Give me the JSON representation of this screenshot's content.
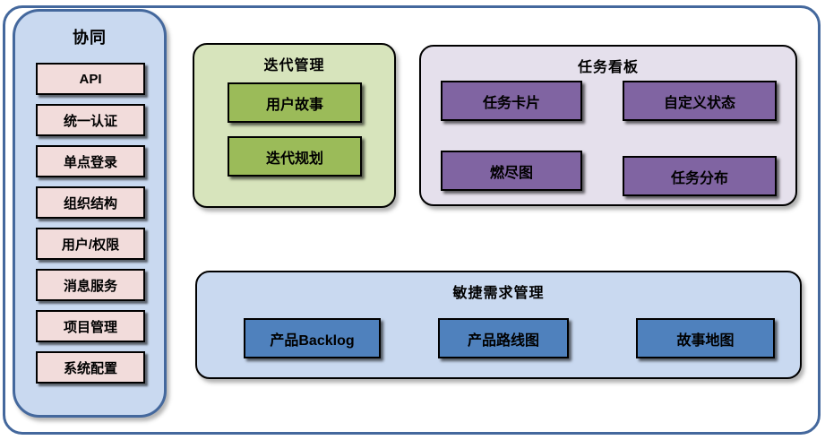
{
  "sidebar": {
    "title": "协同",
    "items": [
      "API",
      "统一认证",
      "单点登录",
      "组织结构",
      "用户/权限",
      "消息服务",
      "项目管理",
      "系统配置"
    ]
  },
  "groups": {
    "iteration": {
      "title": "迭代管理",
      "items": [
        "用户故事",
        "迭代规划"
      ]
    },
    "kanban": {
      "title": "任务看板",
      "items": [
        "任务卡片",
        "自定义状态",
        "燃尽图",
        "任务分布"
      ]
    },
    "agile": {
      "title": "敏捷需求管理",
      "items": [
        "产品Backlog",
        "产品路线图",
        "故事地图"
      ]
    }
  },
  "colors": {
    "frame_border": "#44689d",
    "sidebar_fill": "#c9d9f0",
    "sidebar_border": "#44689d",
    "sidebar_item_fill": "#f2dcdb",
    "iteration_group_fill": "#d7e4bc",
    "iteration_item_fill": "#9bbb59",
    "kanban_group_fill": "#e5e0ec",
    "kanban_item_fill": "#8064a2",
    "agile_group_fill": "#c9d9f0",
    "agile_item_fill": "#4f81bd",
    "item_border": "#000000",
    "text": "#000000"
  }
}
